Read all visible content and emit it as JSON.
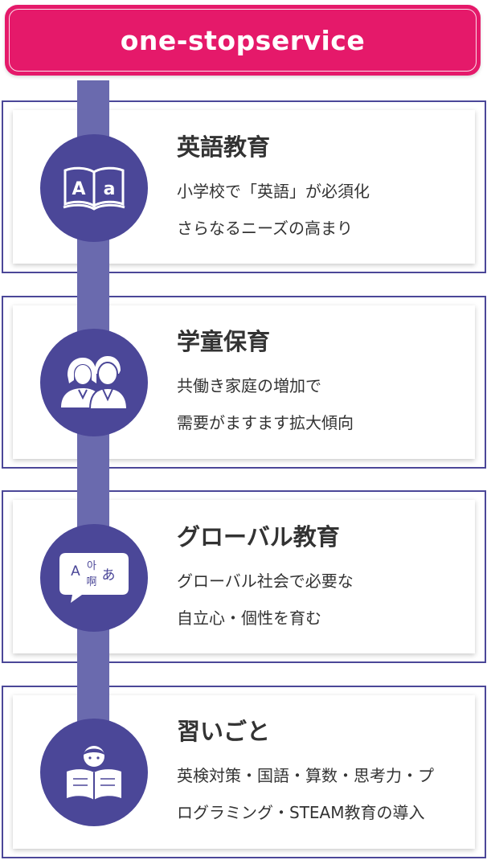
{
  "header": {
    "title": "one-stopservice"
  },
  "colors": {
    "accent": "#e5196a",
    "primary": "#4b4798",
    "timeline": "#6a6aae",
    "text": "#333333"
  },
  "cards": [
    {
      "icon": "book-icon",
      "title": "英語教育",
      "lines": [
        "小学校で「英語」が必須化",
        "さらなるニーズの高まり"
      ]
    },
    {
      "icon": "people-icon",
      "title": "学童保育",
      "lines": [
        "共働き家庭の増加で",
        "需要がますます拡大傾向"
      ]
    },
    {
      "icon": "translate-bubble-icon",
      "title": "グローバル教育",
      "lines": [
        "グローバル社会で必要な",
        "自立心・個性を育む"
      ]
    },
    {
      "icon": "reading-person-icon",
      "title": "習いごと",
      "lines": [
        "英検対策・国語・算数・思考力・プ",
        "ログラミング・STEAM教育の導入"
      ]
    }
  ],
  "icon_glyphs": {
    "book": [
      "A",
      "a"
    ],
    "translate": [
      "A",
      "아",
      "啊",
      "あ"
    ]
  }
}
